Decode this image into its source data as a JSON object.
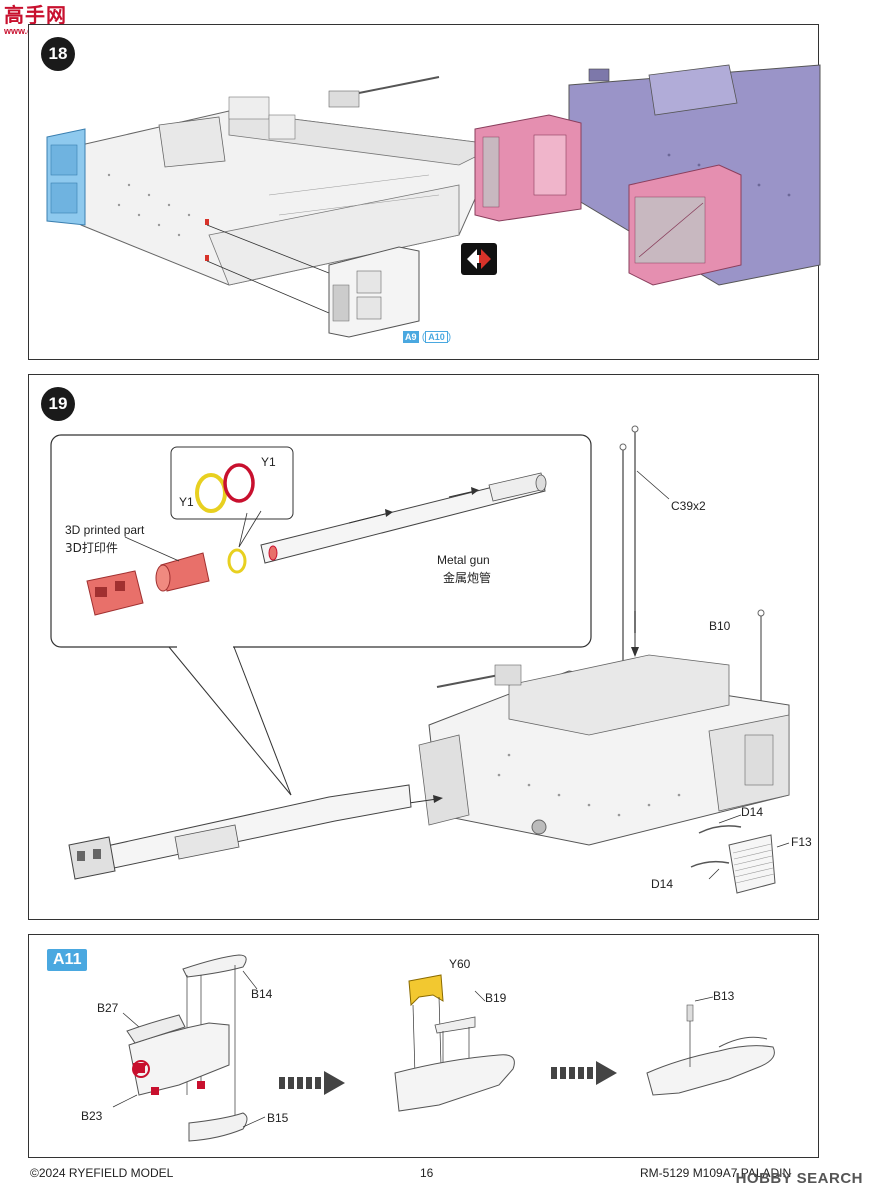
{
  "watermark_top": {
    "chars": "高手网",
    "url": "www.gaoshou.com"
  },
  "step18": {
    "number": "18",
    "part_a": "A9",
    "part_b": "A10"
  },
  "step19": {
    "number": "19",
    "printed_en": "3D printed part",
    "printed_cn": "3D打印件",
    "y1_a": "Y1",
    "y1_b": "Y1",
    "metal_en": "Metal gun",
    "metal_cn": "金属炮管",
    "c39": "C39x2",
    "b10": "B10",
    "d14_a": "D14",
    "d14_b": "D14",
    "f13": "F13"
  },
  "a11": {
    "badge": "A11",
    "b27": "B27",
    "b14": "B14",
    "b23": "B23",
    "b15": "B15",
    "y60": "Y60",
    "b19": "B19",
    "b13": "B13"
  },
  "footer": {
    "copyright": "©2024 RYEFIELD MODEL",
    "page": "16",
    "product": "RM-5129 M109A7 PALADIN"
  },
  "hobby_watermark": "HOBBY SEARCH",
  "colors": {
    "blue_part": "#8ec9ee",
    "pink_part": "#e58fb0",
    "purple_body": "#9a94c8",
    "red_part": "#e8706a",
    "yellow_ring": "#e8d020",
    "accent_blue": "#4aa8e0",
    "arrow_red": "#d8332a"
  }
}
